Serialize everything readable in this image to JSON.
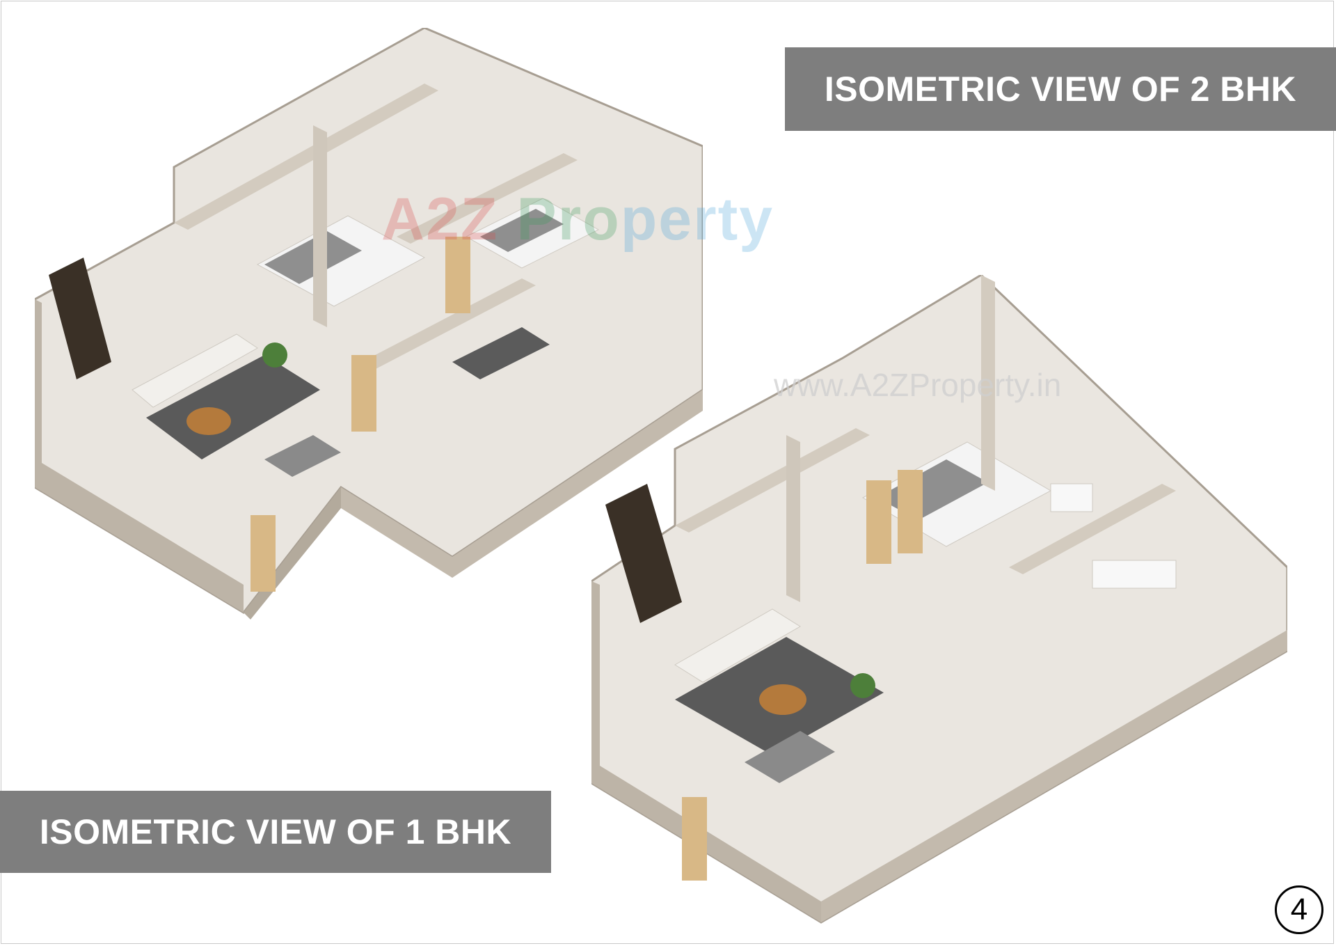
{
  "banners": {
    "two_bhk": "ISOMETRIC VIEW OF 2 BHK",
    "one_bhk": "ISOMETRIC VIEW OF 1 BHK"
  },
  "page_number": "4",
  "watermarks": {
    "logo": "A2Z Property",
    "url": "www.A2ZProperty.in"
  },
  "colors": {
    "banner_bg": "#7e7e7e",
    "banner_text": "#ffffff",
    "wall_top": "#d9d2c8",
    "wall_side": "#b9b0a3",
    "floor": "#ece8e2",
    "rug": "#5a5a5a",
    "wood": "#d8b886"
  }
}
